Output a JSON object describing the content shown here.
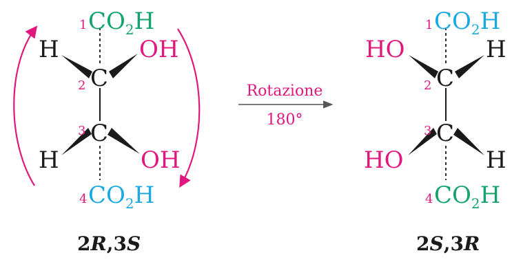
{
  "colors": {
    "black": "#1a1a1a",
    "magenta": "#e0187e",
    "green": "#13a36b",
    "cyan": "#1da9e0",
    "grey": "#555555"
  },
  "left": {
    "top_group": "CO",
    "top_sub": "2",
    "top_tail": "H",
    "top_num": "1",
    "bottom_group": "CO",
    "bottom_sub": "2",
    "bottom_tail": "H",
    "bottom_num": "4",
    "c2_label": "C",
    "c2_num": "2",
    "c3_label": "C",
    "c3_num": "3",
    "h_upper": "H",
    "h_lower": "H",
    "oh_upper": "OH",
    "oh_lower": "OH",
    "config_num1": "2",
    "config_letter1": "R",
    "config_sep": ",",
    "config_num2": "3",
    "config_letter2": "S"
  },
  "arrow": {
    "label_top": "Rotazione",
    "label_bottom": "180°"
  },
  "right": {
    "top_group": "CO",
    "top_sub": "2",
    "top_tail": "H",
    "top_num": "1",
    "bottom_group": "CO",
    "bottom_sub": "2",
    "bottom_tail": "H",
    "bottom_num": "4",
    "c2_label": "C",
    "c2_num": "2",
    "c3_label": "C",
    "c3_num": "3",
    "h_upper": "H",
    "h_lower": "H",
    "ho_upper": "HO",
    "ho_lower": "HO",
    "config_num1": "2",
    "config_letter1": "S",
    "config_sep": ",",
    "config_num2": "3",
    "config_letter2": "R"
  }
}
